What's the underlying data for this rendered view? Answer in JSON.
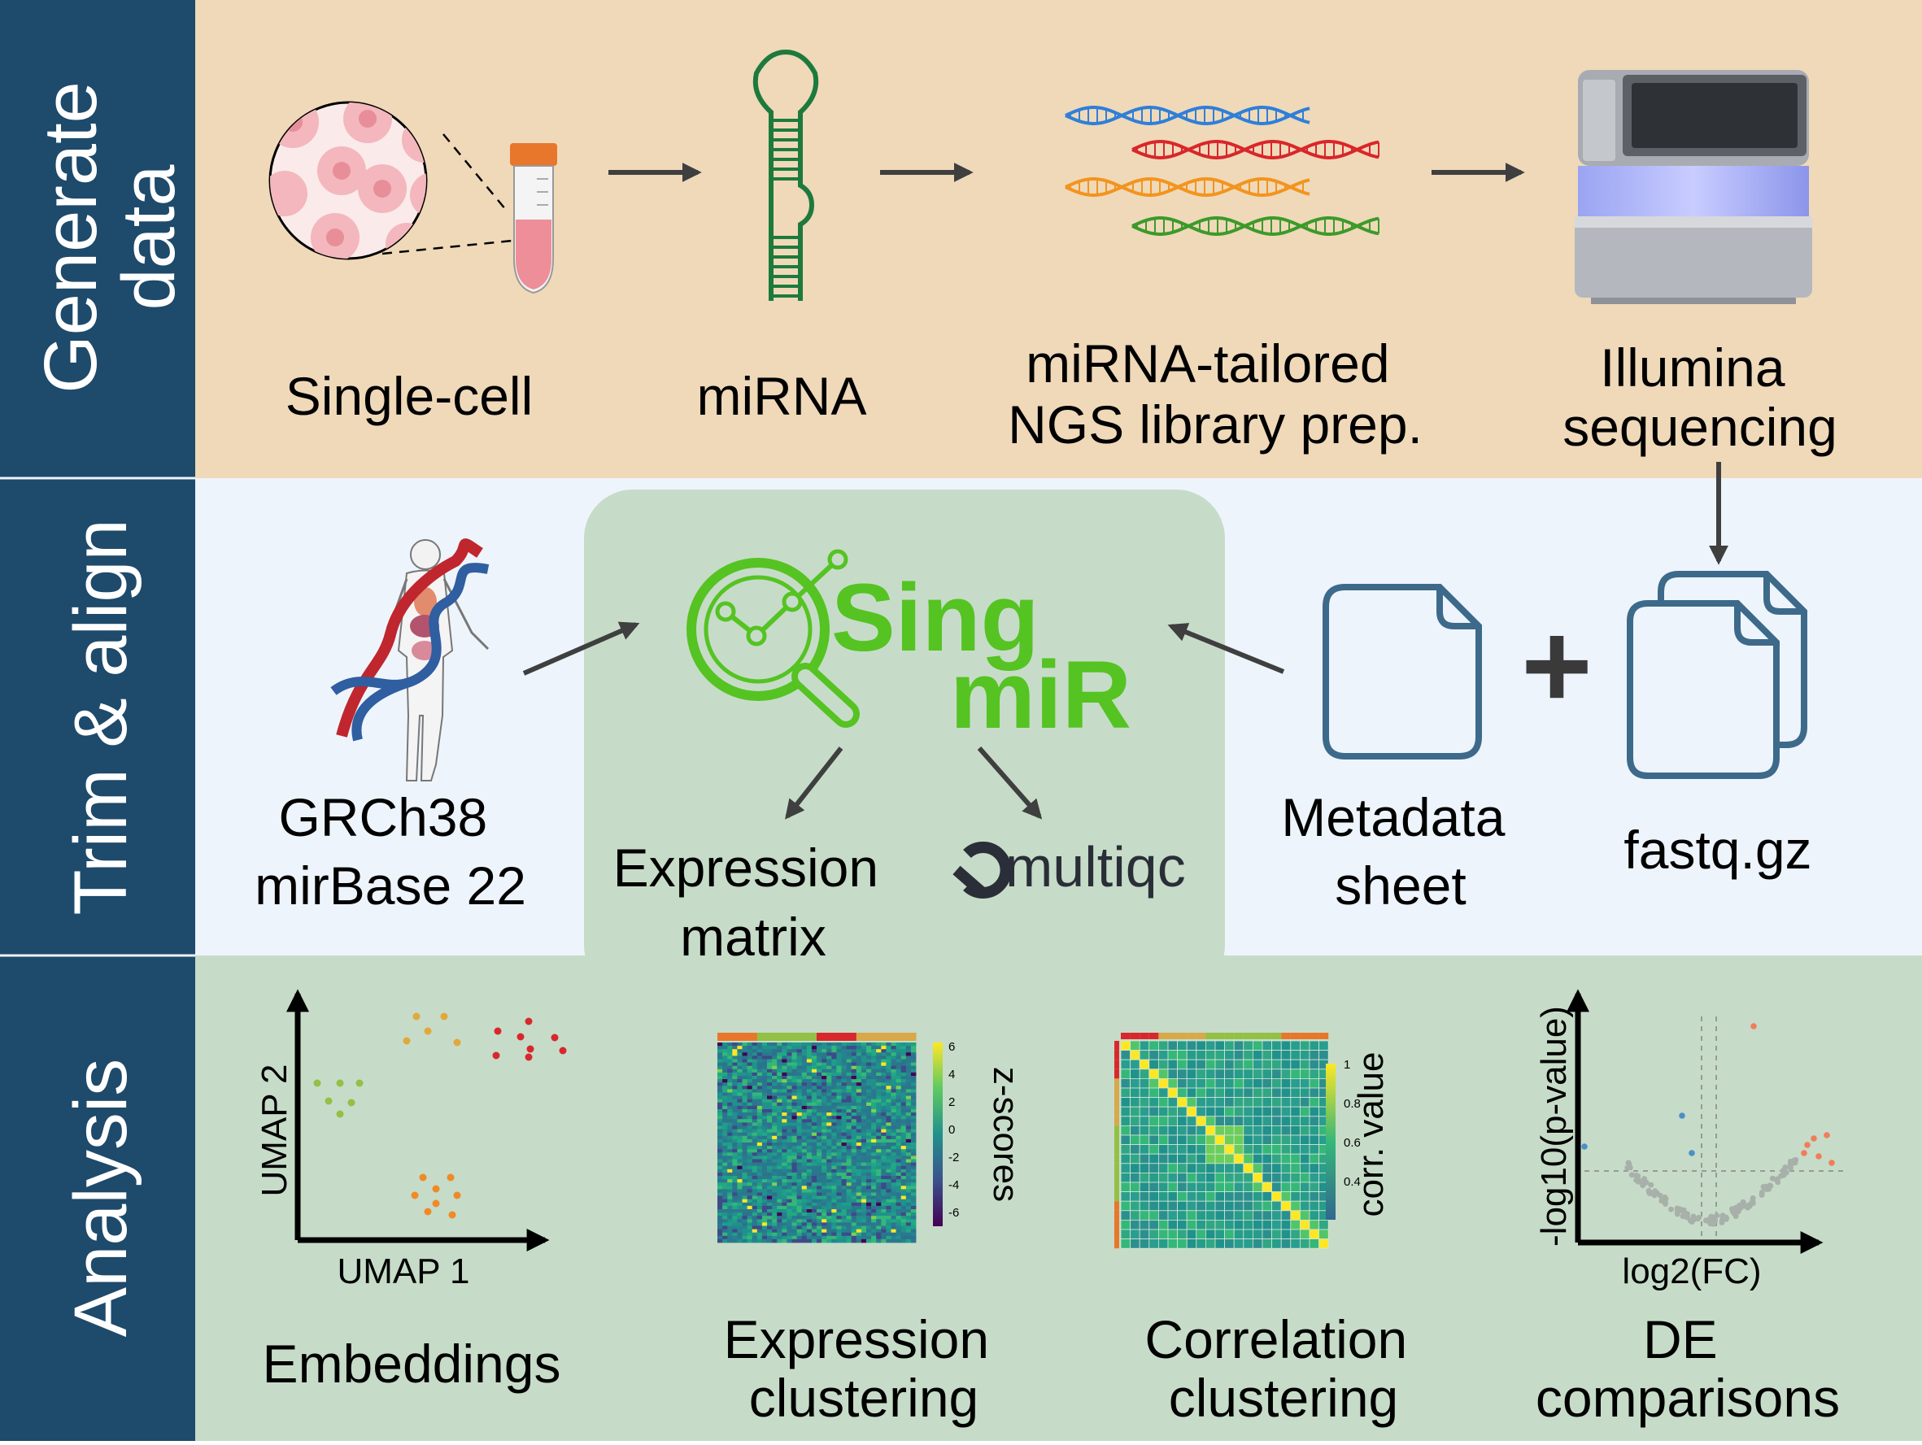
{
  "sections": {
    "generate": "Generate\ndata",
    "trim": "Trim & align",
    "analysis": "Analysis"
  },
  "row1": {
    "single_cell": "Single-cell",
    "mirna": "miRNA",
    "library_prep": [
      "miRNA-tailored",
      "NGS library prep."
    ],
    "illumina": [
      "Illumina",
      "sequencing"
    ]
  },
  "row2": {
    "genome": [
      "GRCh38",
      "mirBase 22"
    ],
    "logo_line1": "Sing",
    "logo_line2": "miR",
    "expression_matrix": [
      "Expression",
      "matrix"
    ],
    "multiqc": "multiqc",
    "metadata": [
      "Metadata",
      "sheet"
    ],
    "plus": "+",
    "fastq": "fastq.gz"
  },
  "row3": {
    "umap_x": "UMAP 1",
    "umap_y": "UMAP 2",
    "embeddings": "Embeddings",
    "zscores_label": "z-scores",
    "zscores_ticks": [
      "6",
      "4",
      "2",
      "0",
      "-2",
      "-4",
      "-6"
    ],
    "expr_clustering": [
      "Expression",
      "clustering"
    ],
    "corr_label": "corr. value",
    "corr_ticks": [
      "1",
      "0.8",
      "0.6",
      "0.4"
    ],
    "corr_clustering": [
      "Correlation",
      "clustering"
    ],
    "volcano_x": "log2(FC)",
    "volcano_y": "-log10(p-value)",
    "de_comparisons": [
      "DE",
      "comparisons"
    ]
  },
  "colors": {
    "sidebar": "#1e4a6b",
    "row1_bg": "#efd9b9",
    "row2_bg": "#eef4fc",
    "row3_bg": "#c6dcc8",
    "singmir_green": "#55c322",
    "arrow": "#3f3f3f",
    "file_icon": "#3d6a8a"
  }
}
